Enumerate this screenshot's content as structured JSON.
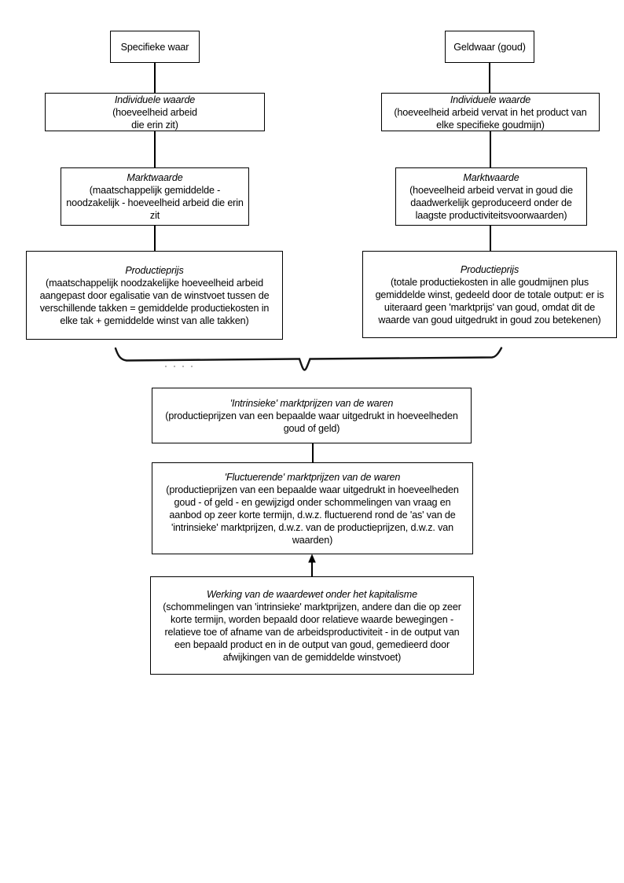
{
  "diagram": {
    "left": {
      "source": {
        "title": "Specifieke waar"
      },
      "individual": {
        "title": "Individuele waarde",
        "body": "(hoeveelheid arbeid\ndie erin zit)"
      },
      "market": {
        "title": "Marktwaarde",
        "body": "(maatschappelijk gemiddelde -\nnoodzakelijk - hoeveelheid arbeid die erin\nzit"
      },
      "production": {
        "title": "Productieprijs",
        "body": "(maatschappelijk noodzakelijke hoeveelheid arbeid\naangepast door egalisatie van de winstvoet tussen de\nverschillende takken = gemiddelde productiekosten in\nelke tak + gemiddelde winst van alle takken)"
      }
    },
    "right": {
      "source": {
        "title": "Geldwaar (goud)"
      },
      "individual": {
        "title": "Individuele waarde",
        "body": "(hoeveelheid arbeid vervat in het product van\nelke specifieke goudmijn)"
      },
      "market": {
        "title": "Marktwaarde",
        "body": "(hoeveelheid arbeid vervat in goud die\ndaadwerkelijk geproduceerd onder de\nlaagste productiviteitsvoorwaarden)"
      },
      "production": {
        "title": "Productieprijs",
        "body": "(totale productiekosten in alle goudmijnen plus\ngemiddelde winst, gedeeld door de totale output: er is\nuiteraard geen 'marktprijs' van goud, omdat dit de\nwaarde van goud uitgedrukt in goud zou betekenen)"
      }
    },
    "merged": {
      "intrinsic": {
        "title": "'Intrinsieke' marktprijzen van de waren",
        "body": "(productieprijzen van een bepaalde waar uitgedrukt in hoeveelheden\ngoud of geld)"
      },
      "fluctuating": {
        "title": "'Fluctuerende' marktprijzen van de waren",
        "body": "(productieprijzen van een bepaalde waar uitgedrukt in hoeveelheden\ngoud - of geld - en gewijzigd onder schommelingen van vraag en\naanbod op zeer korte termijn, d.w.z. fluctuerend rond de 'as' van de\n'intrinsieke' marktprijzen, d.w.z. van de productieprijzen, d.w.z. van\nwaarden)"
      },
      "law": {
        "title": "Werking van de waardewet onder het kapitalisme",
        "body": "(schommelingen van 'intrinsieke' marktprijzen, andere dan die op zeer\nkorte termijn, worden bepaald door relatieve waarde bewegingen -\nrelatieve toe of afname van de arbeidsproductiviteit - in de output van\neen bepaald product en in de output van goud, gemedieerd door\nafwijkingen van de gemiddelde winstvoet)"
      }
    },
    "colors": {
      "line": "#000000",
      "background": "#ffffff"
    }
  }
}
